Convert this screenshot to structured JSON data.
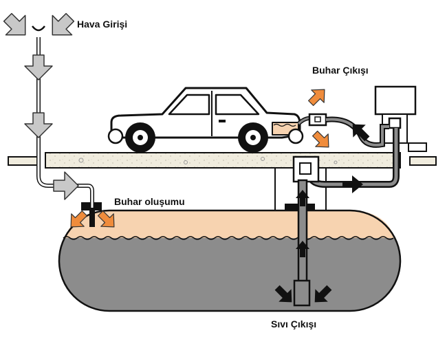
{
  "labels": {
    "air_inlet": "Hava Girişi",
    "vapor_outlet": "Buhar Çıkışı",
    "vapor_formation": "Buhar oluşumu",
    "liquid_outlet": "Sıvı Çıkışı"
  },
  "colors": {
    "liquid": "#8c8c8c",
    "vapor": "#f7d3b0",
    "vapor_arrow": "#ef8c3c",
    "air_arrow": "#c8c8c8",
    "ground": "#f0ecde",
    "outline": "#111111",
    "pipe": "#888888"
  },
  "icons": {
    "air_arrows": "gray-arrow-icon",
    "vapor_arrows": "orange-arrow-icon",
    "flow_arrows": "black-arrow-icon",
    "vehicle": "car-icon",
    "dispenser": "dispenser-icon"
  }
}
